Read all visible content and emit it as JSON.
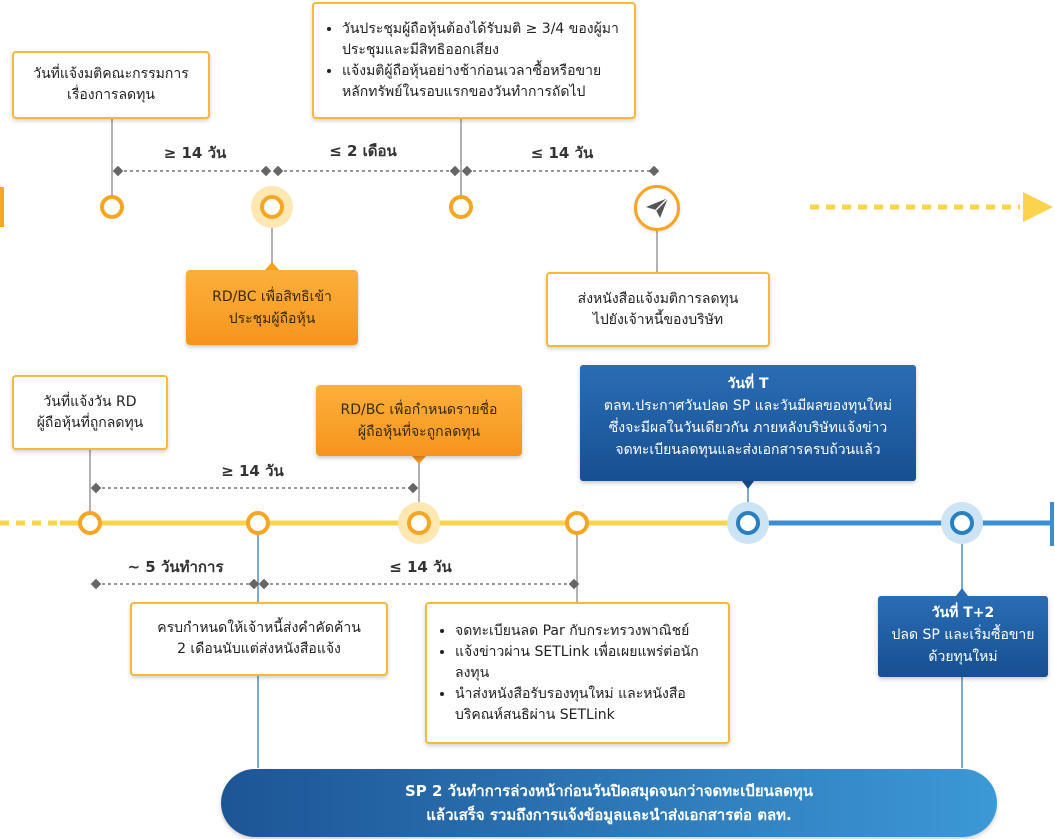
{
  "top": {
    "note1": "วันที่แจ้งมติคณะกรรมการ\nเรื่องการลดทุน",
    "note2_items": [
      "วันประชุมผู้ถือหุ้นต้องได้รับมติ ≥ 3/4 ของผู้มาประชุมและมีสิทธิออกเสียง",
      "แจ้งมติผู้ถือหุ้นอย่างช้าก่อนเวลาซื้อหรือขายหลักทรัพย์ในรอบแรกของวันทำการถัดไป"
    ],
    "rd_bc": "RD/BC เพื่อสิทธิเข้า\nประชุมผู้ถือหุ้น",
    "notify_creditors": "ส่งหนังสือแจ้งมติการลดทุน\nไปยังเจ้าหนี้ของบริษัท",
    "span1": "≥ 14 วัน",
    "span2": "≤ 2 เดือน",
    "span3": "≤ 14 วัน"
  },
  "bottom": {
    "note_rd": "วันที่แจ้งวัน RD\nผู้ถือหุ้นที่ถูกลดทุน",
    "rd_bc": "RD/BC เพื่อกำหนดรายชื่อ\nผู้ถือหุ้นที่จะถูกลดทุน",
    "t_title": "วันที่ T",
    "t_text": "ตลท.ประกาศวันปลด SP และวันมีผลของทุนใหม่\nซึ่งจะมีผลในวันเดียวกัน ภายหลังบริษัทแจ้งข่าว\nจดทะเบียนลดทุนและส่งเอกสารครบถ้วนแล้ว",
    "span1": "≥ 14 วัน",
    "span2": "~ 5 วันทำการ",
    "span3": "≤ 14 วัน",
    "objection": "ครบกำหนดให้เจ้าหนี้ส่งคำคัดค้าน\n2 เดือนนับแต่ส่งหนังสือแจ้ง",
    "list_items": [
      "จดทะเบียนลด Par กับกระทรวงพาณิชย์",
      "แจ้งข่าวผ่าน SETLink เพื่อเผยแพร่ต่อนักลงทุน",
      "นำส่งหนังสือรับรองทุนใหม่ และหนังสือบริคณห์สนธิผ่าน SETLink"
    ],
    "t2_title": "วันที่ T+2",
    "t2_text": "ปลด SP และเริ่มซื้อขาย\nด้วยทุนใหม่"
  },
  "banner": {
    "line1": "SP 2 วันทำการล่วงหน้าก่อนวันปิดสมุดจนกว่าจดทะเบียนลดทุน",
    "line2": "แล้วเสร็จ รวมถึงการแจ้งข้อมูลและนำส่งเอกสารต่อ ตลท."
  },
  "colors": {
    "orange": "#f6a623",
    "yellow": "#fcd34d",
    "blue": "#2a7fc1",
    "navy": "#1d5596"
  }
}
